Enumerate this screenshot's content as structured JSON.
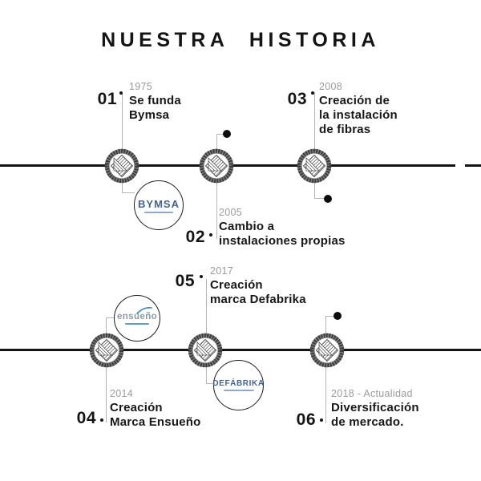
{
  "title": "NUESTRA HISTORIA",
  "milestones": [
    {
      "number": "01",
      "date": "1975",
      "lines": [
        "Se funda",
        "Bymsa"
      ]
    },
    {
      "number": "02",
      "date": "2005",
      "lines": [
        "Cambio a",
        "instalaciones propias"
      ]
    },
    {
      "number": "03",
      "date": "2008",
      "lines": [
        "Creación de",
        "la instalación",
        "de fibras"
      ]
    },
    {
      "number": "04",
      "date": "2014",
      "lines": [
        "Creación",
        "Marca Ensueño"
      ]
    },
    {
      "number": "05",
      "date": "2017",
      "lines": [
        "Creación",
        "marca Defabrika"
      ]
    },
    {
      "number": "06",
      "date": "2018 - Actualidad",
      "lines": [
        "Diversificación",
        "de mercado."
      ]
    }
  ],
  "badges": {
    "bymsa": {
      "label": "BYMSA"
    },
    "ensueno": {
      "label": "ensueño"
    },
    "defabrika": {
      "label": "DEFÁBRIKA"
    }
  },
  "colors": {
    "timeline_black": "#141414",
    "connector_gray": "#b5b5b5",
    "date_gray": "#9b9b9b",
    "brand_blue": "#46618e",
    "ensueno_gray": "#8d9aa6",
    "swoosh_blue": "#2f7fc1"
  }
}
